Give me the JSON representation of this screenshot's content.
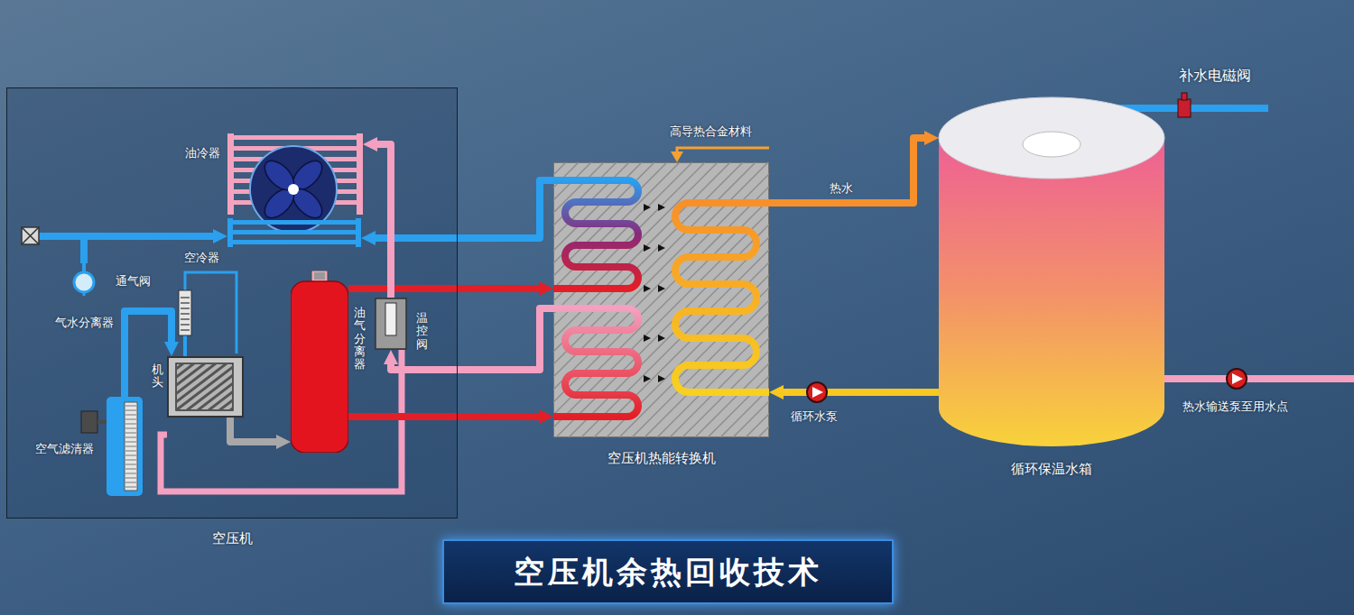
{
  "diagram": {
    "title": "空压机余热回收技术",
    "nodes": [
      {
        "text": [
          "空压机"
        ]
      },
      {
        "text": [
          "油冷器"
        ],
        "in": 0
      },
      {
        "text": [
          "空冷器"
        ],
        "in": 0
      },
      {
        "text": [
          "机头"
        ],
        "in": 0
      },
      {
        "text": [
          "油气分离器"
        ],
        "in": 0
      },
      {
        "text": [
          "温控阀"
        ],
        "in": 0
      },
      {
        "text": [
          "气水分离器"
        ],
        "in": 0
      },
      {
        "text": [
          "空气滤清器"
        ],
        "in": 0
      },
      {
        "text": [
          "空压机热能转换机"
        ]
      },
      {
        "text": [
          "循环保温水箱"
        ]
      }
    ],
    "edges": [
      {
        "from": 4,
        "to": 8,
        "arrow": "to"
      },
      {
        "from": 8,
        "to": 2,
        "arrow": "to"
      },
      {
        "from": 4,
        "to": 8,
        "arrow": "to"
      },
      {
        "from": 8,
        "to": 5,
        "arrow": "to"
      },
      {
        "from": 8,
        "to": 9,
        "label": "热水",
        "arrow": "to"
      },
      {
        "from": 9,
        "to": 8,
        "arrow": "to"
      },
      {
        "from": 7,
        "to": 3,
        "arrow": "to"
      },
      {
        "from": 3,
        "to": 4,
        "arrow": "to"
      },
      {
        "from": 5,
        "to": 1,
        "arrow": "to"
      },
      {
        "from": 6,
        "to": 2,
        "arrow": "to"
      }
    ],
    "labels": [
      "通气阀",
      "高导热合金材料",
      "循环水泵",
      "补水电磁阀",
      "热水输送泵至用水点"
    ]
  }
}
